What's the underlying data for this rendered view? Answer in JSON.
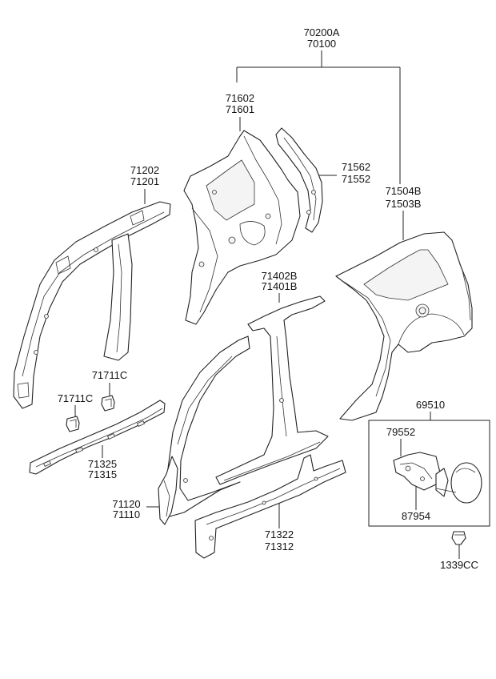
{
  "labels": {
    "l70200A": "70200A",
    "l70100": "70100",
    "l71602": "71602",
    "l71601": "71601",
    "l71562": "71562",
    "l71552": "71552",
    "l71202": "71202",
    "l71201": "71201",
    "l71504B": "71504B",
    "l71503B": "71503B",
    "l71402B": "71402B",
    "l71401B": "71401B",
    "l71711C_a": "71711C",
    "l71711C_b": "71711C",
    "l71325": "71325",
    "l71315": "71315",
    "l69510": "69510",
    "l79552": "79552",
    "l71120": "71120",
    "l71110": "71110",
    "l87954": "87954",
    "l71322": "71322",
    "l71312": "71312",
    "l1339CC": "1339CC"
  }
}
